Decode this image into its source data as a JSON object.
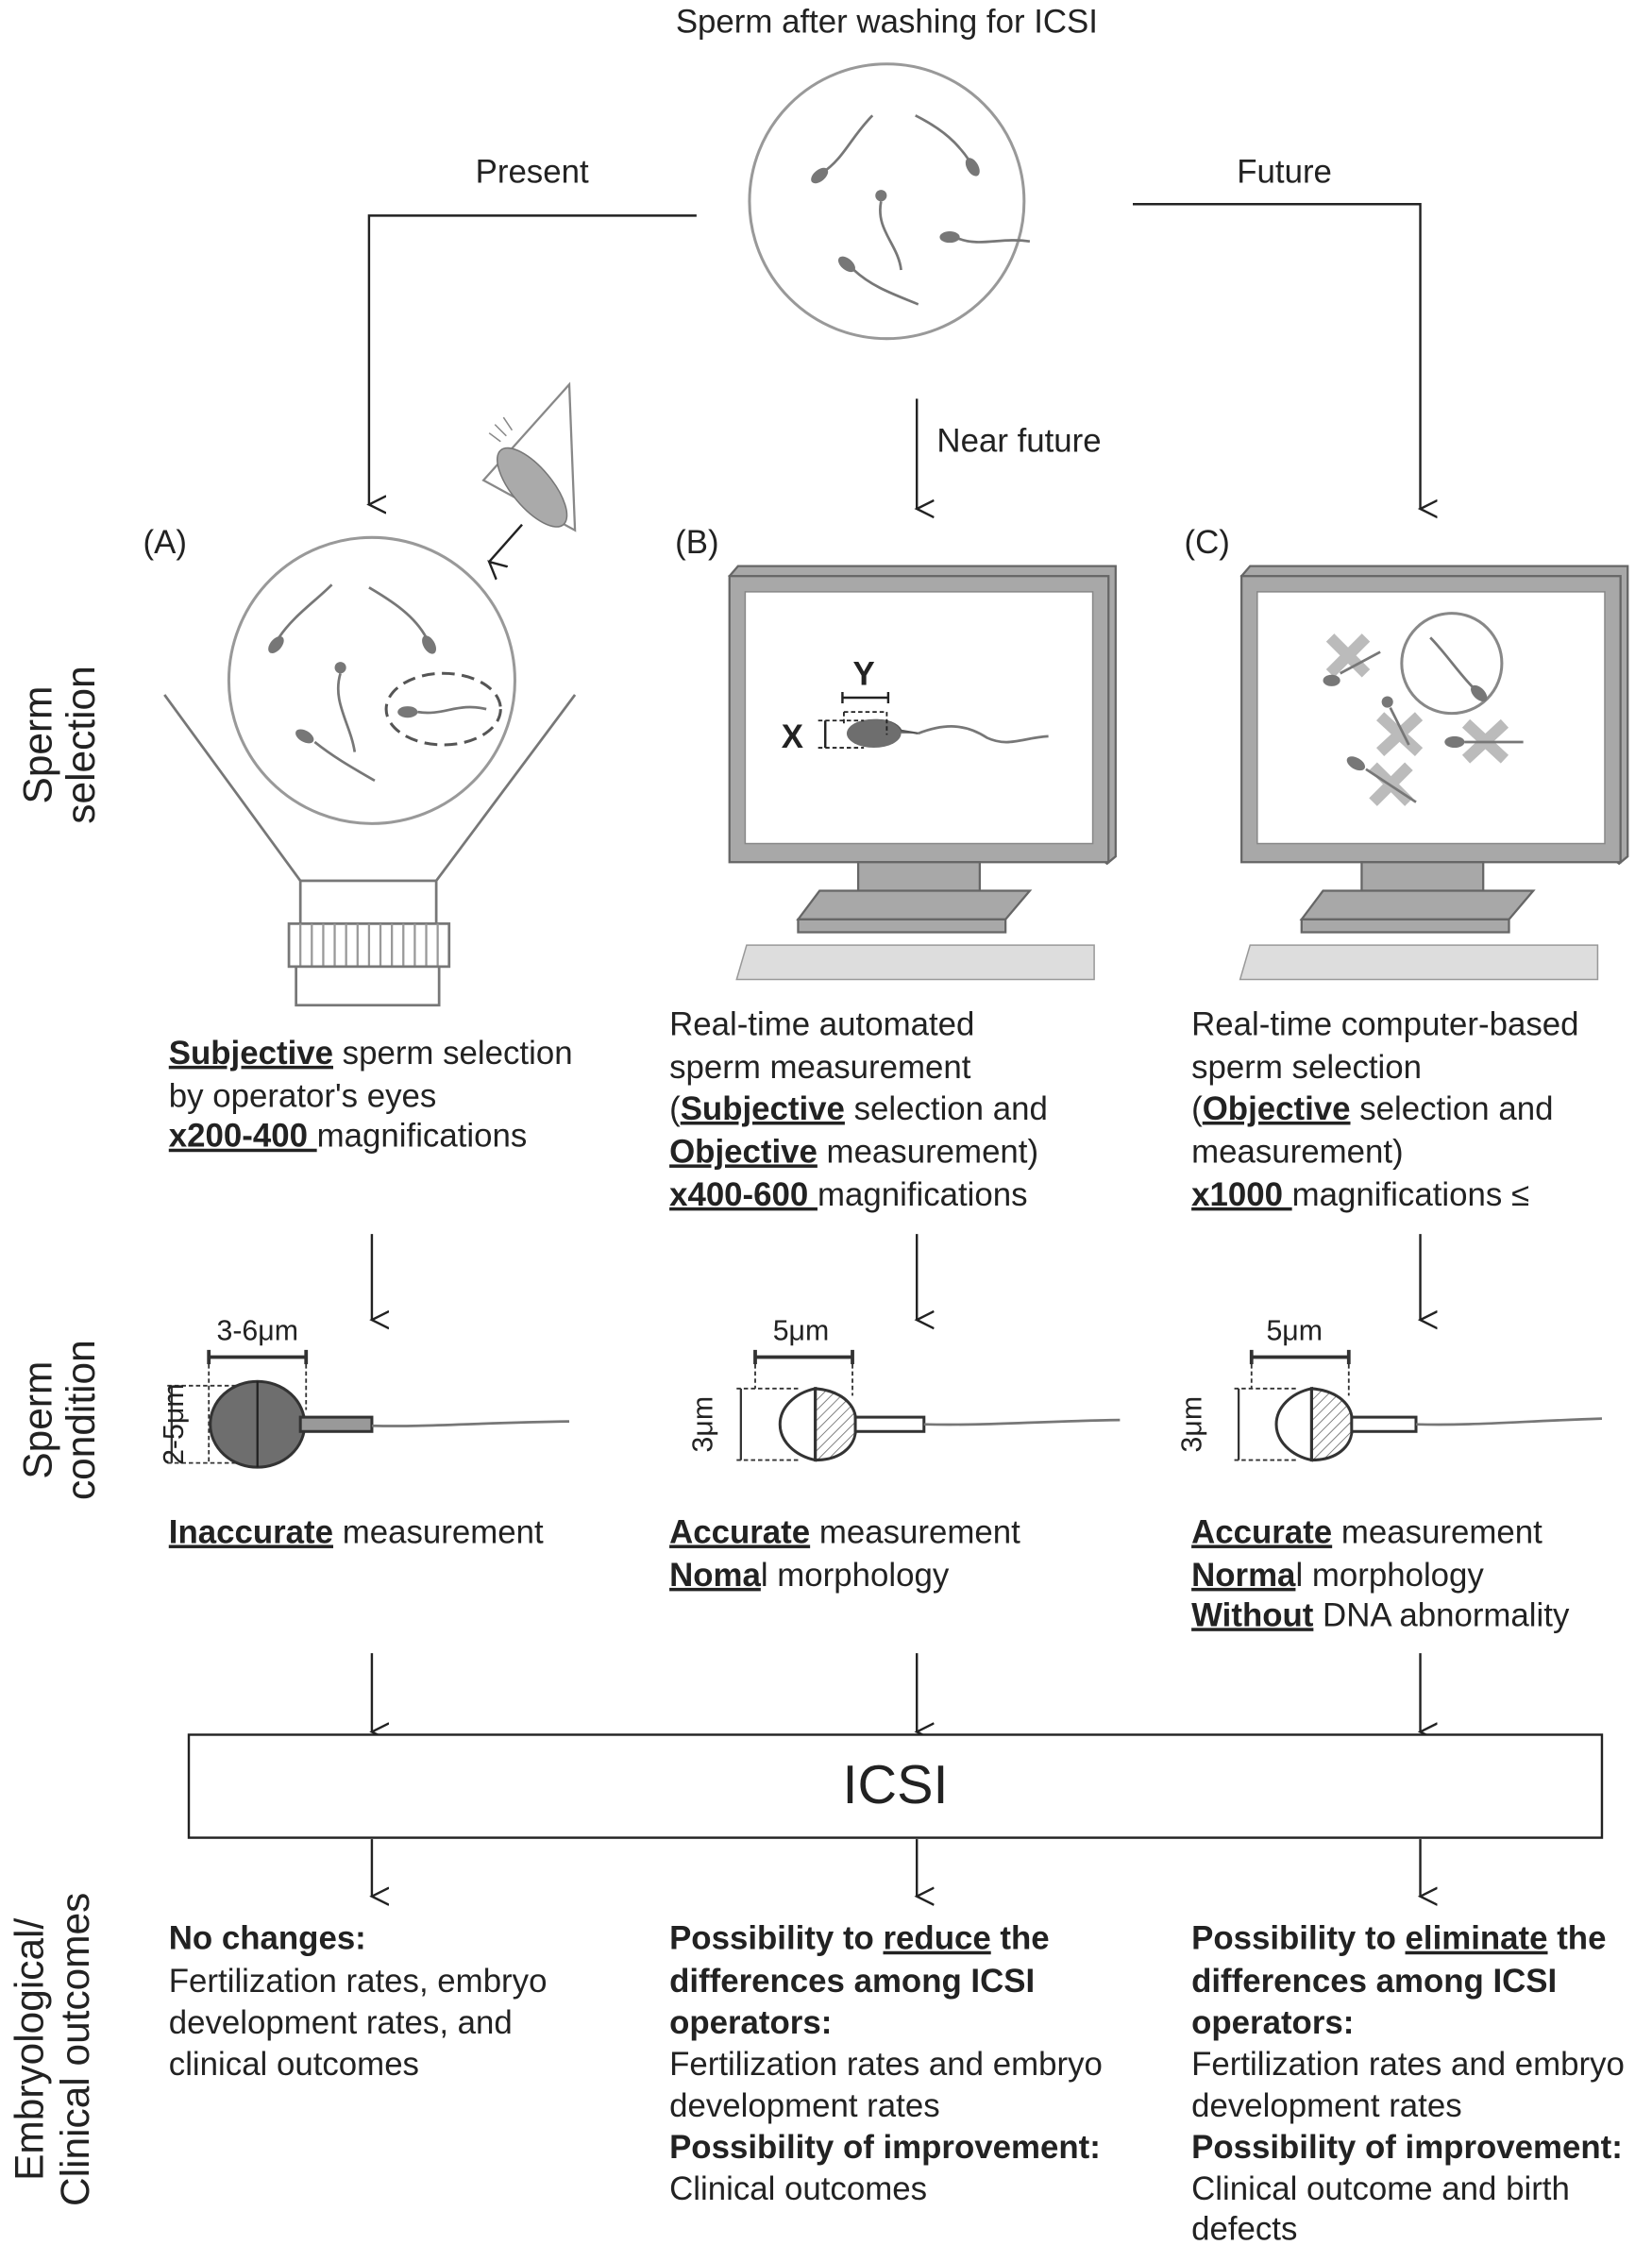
{
  "title": "Sperm after washing for ICSI",
  "branches": {
    "present": "Present",
    "near_future": "Near future",
    "future": "Future"
  },
  "panels": {
    "a": "(A)",
    "b": "(B)",
    "c": "(C)"
  },
  "row_labels": {
    "selection": [
      "Sperm",
      "selection"
    ],
    "condition": [
      "Sperm",
      "condition"
    ],
    "outcomes": [
      "Embryological/",
      "Clinical outcomes"
    ]
  },
  "monitor_b_labels": {
    "x": "X",
    "y": "Y"
  },
  "selection_text": {
    "a": {
      "l1_bold": "Subjective",
      "l1": " sperm selection",
      "l2": "by operator's eyes",
      "l3_bold": "x200-400 ",
      "l3": "magnifications"
    },
    "b": {
      "l1": "Real-time automated",
      "l2": "sperm measurement",
      "l3_pre": "(",
      "l3_bold": "Subjective",
      "l3": " selection and",
      "l4_bold": "Objective",
      "l4": " measurement)",
      "l5_bold": "x400-600 ",
      "l5": "magnifications"
    },
    "c": {
      "l1": "Real-time computer-based",
      "l2": "sperm selection",
      "l3_pre": "(",
      "l3_bold": "Objective",
      "l3": " selection and",
      "l4": "measurement)",
      "l5_bold": "x1000 ",
      "l5": "magnifications ≤"
    }
  },
  "condition_dims": {
    "a": {
      "width": "3-6μm",
      "height": "2-5μm"
    },
    "b": {
      "width": "5μm",
      "height": "3μm"
    },
    "c": {
      "width": "5μm",
      "height": "3μm"
    }
  },
  "condition_text": {
    "a": {
      "l1_bold": "Inaccurate",
      "l1": " measurement"
    },
    "b": {
      "l1_bold": "Accurate",
      "l1": " measurement",
      "l2_bold": "Noma",
      "l2": "l morphology"
    },
    "c": {
      "l1_bold": "Accurate",
      "l1": " measurement",
      "l2_bold": "Norma",
      "l2": "l morphology",
      "l3_bold": "Without",
      "l3": "  DNA abnormality"
    }
  },
  "icsi": "ICSI",
  "outcomes": {
    "a": {
      "h": "No changes:",
      "l1": "Fertilization rates, embryo",
      "l2": "development rates, and",
      "l3": "clinical outcomes"
    },
    "b": {
      "h_pre": "Possibility to ",
      "h_u": "reduce",
      "h_post": " the",
      "h2": "differences among ICSI",
      "h3": "operators:",
      "l1": "Fertilization rates and  embryo",
      "l2": "development rates",
      "h4": "Possibility of improvement:",
      "l3": "Clinical outcomes"
    },
    "c": {
      "h_pre": "Possibility to ",
      "h_u": "eliminate",
      "h_post": " the",
      "h2": "differences among ICSI",
      "h3": "operators:",
      "l1": "Fertilization rates and embryo",
      "l2": "development rates",
      "h4": "Possibility of improvement:",
      "l3": "Clinical outcome and birth",
      "l4": "defects"
    }
  },
  "colors": {
    "line": "#222222",
    "gray_fill": "#a8a8a8",
    "dark_gray": "#6e6e6e"
  }
}
